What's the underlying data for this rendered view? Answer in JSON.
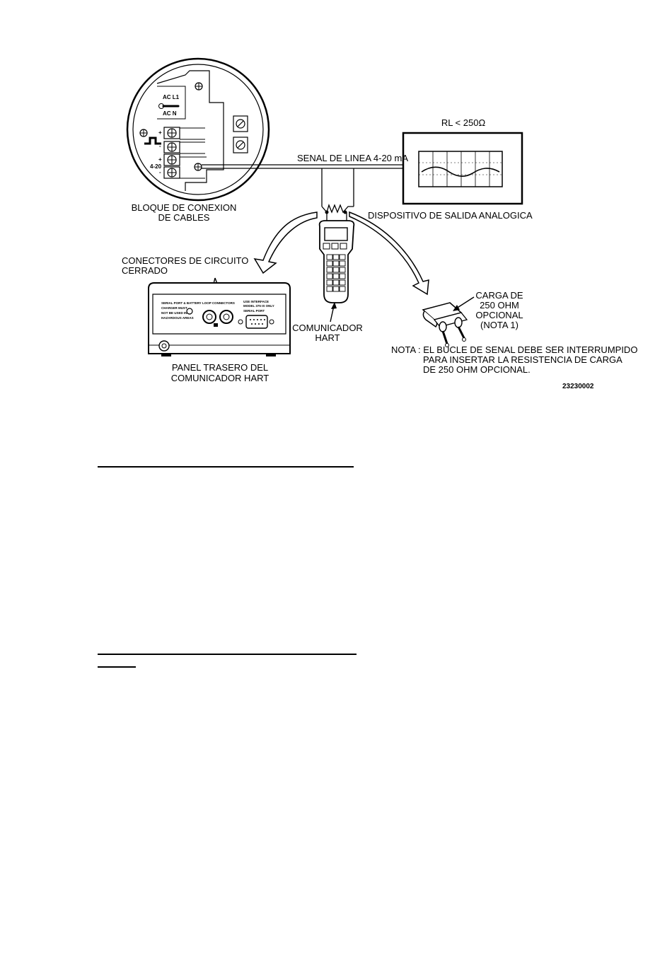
{
  "diagram": {
    "terminal_block": {
      "label_line1": "BLOQUE DE CONEXION",
      "label_line2": "DE CABLES",
      "ac_l1": "AC     L1",
      "ac_n": "AC     N",
      "plus1": "+",
      "minus1": "-",
      "plus2": "+",
      "range": "4-20",
      "minus2": "-"
    },
    "signal_line_label": "SENAL DE LINEA 4-20 mA",
    "output_device": {
      "resistance_label": "RL < 250Ω",
      "label": "DISPOSITIVO DE SALIDA ANALOGICA"
    },
    "communicator": {
      "label_line1": "COMUNICADOR",
      "label_line2": "HART"
    },
    "loop_connectors": {
      "label_line1": "CONECTORES DE CIRCUITO",
      "label_line2": "CERRADO"
    },
    "rear_panel": {
      "label_line1": "PANEL TRASERO DEL",
      "label_line2": "COMUNICADOR HART",
      "warn_line1": "SERIAL PORT & BATTERY",
      "warn_line2": "CHARGER MUST",
      "warn_line3": "NOT BE USED IN",
      "warn_line4": "HAZARDOUS AREAS",
      "loop_text": "LOOP CONNECTORS",
      "serial_line1": "USE INTERFACE",
      "serial_line2": "MODEL 375 IS ONLY",
      "serial_line3": "SERIAL PORT"
    },
    "load_resistor": {
      "label_line1": "CARGA DE",
      "label_line2": "250 OHM",
      "label_line3": "OPCIONAL",
      "label_line4": "(NOTA 1)"
    },
    "note": {
      "line1": "NOTA : EL BUCLE DE SENAL DEBE SER INTERRUMPIDO",
      "line2": "PARA INSERTAR LA RESISTENCIA DE CARGA",
      "line3": "DE 250 OHM OPCIONAL."
    },
    "figure_id": "23230002"
  }
}
